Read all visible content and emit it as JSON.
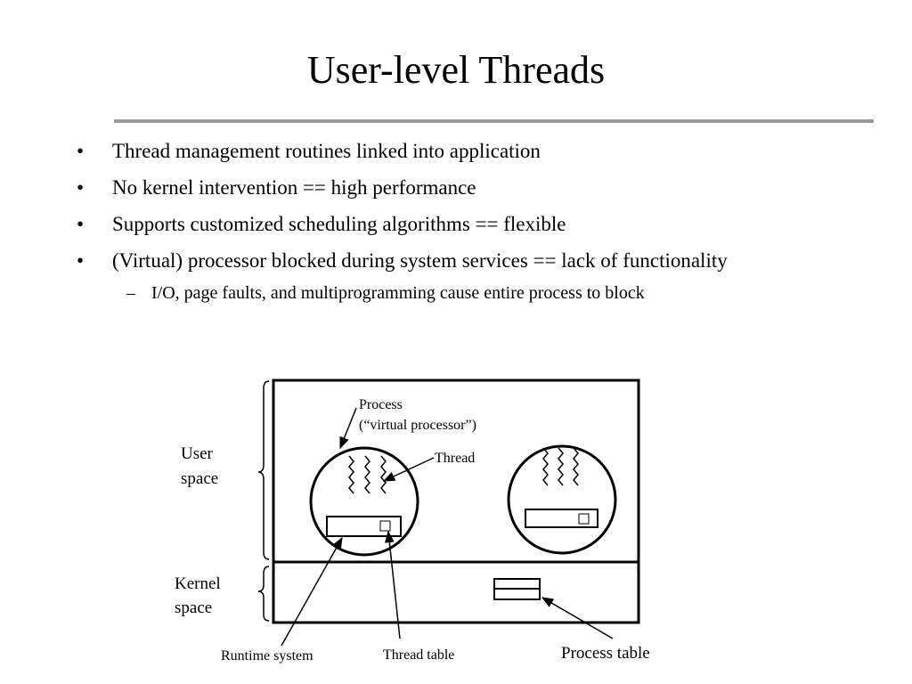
{
  "slide": {
    "title": "User-level Threads",
    "bullets": [
      "Thread management routines linked into application",
      "No kernel intervention == high performance",
      "Supports customized scheduling algorithms == flexible",
      "(Virtual) processor blocked during system services == lack of functionality"
    ],
    "sub_bullets": [
      "I/O, page faults, and multiprogramming cause entire process to block"
    ],
    "bullet_char": "•",
    "sub_bullet_char": "–"
  },
  "diagram": {
    "user_space_label": [
      "User",
      "space"
    ],
    "kernel_space_label": [
      "Kernel",
      "space"
    ],
    "process_label": [
      "Process",
      "(“virtual processor”)"
    ],
    "thread_label": "Thread",
    "runtime_system_label": "Runtime system",
    "thread_table_label": "Thread table",
    "process_table_label": "Process table"
  }
}
